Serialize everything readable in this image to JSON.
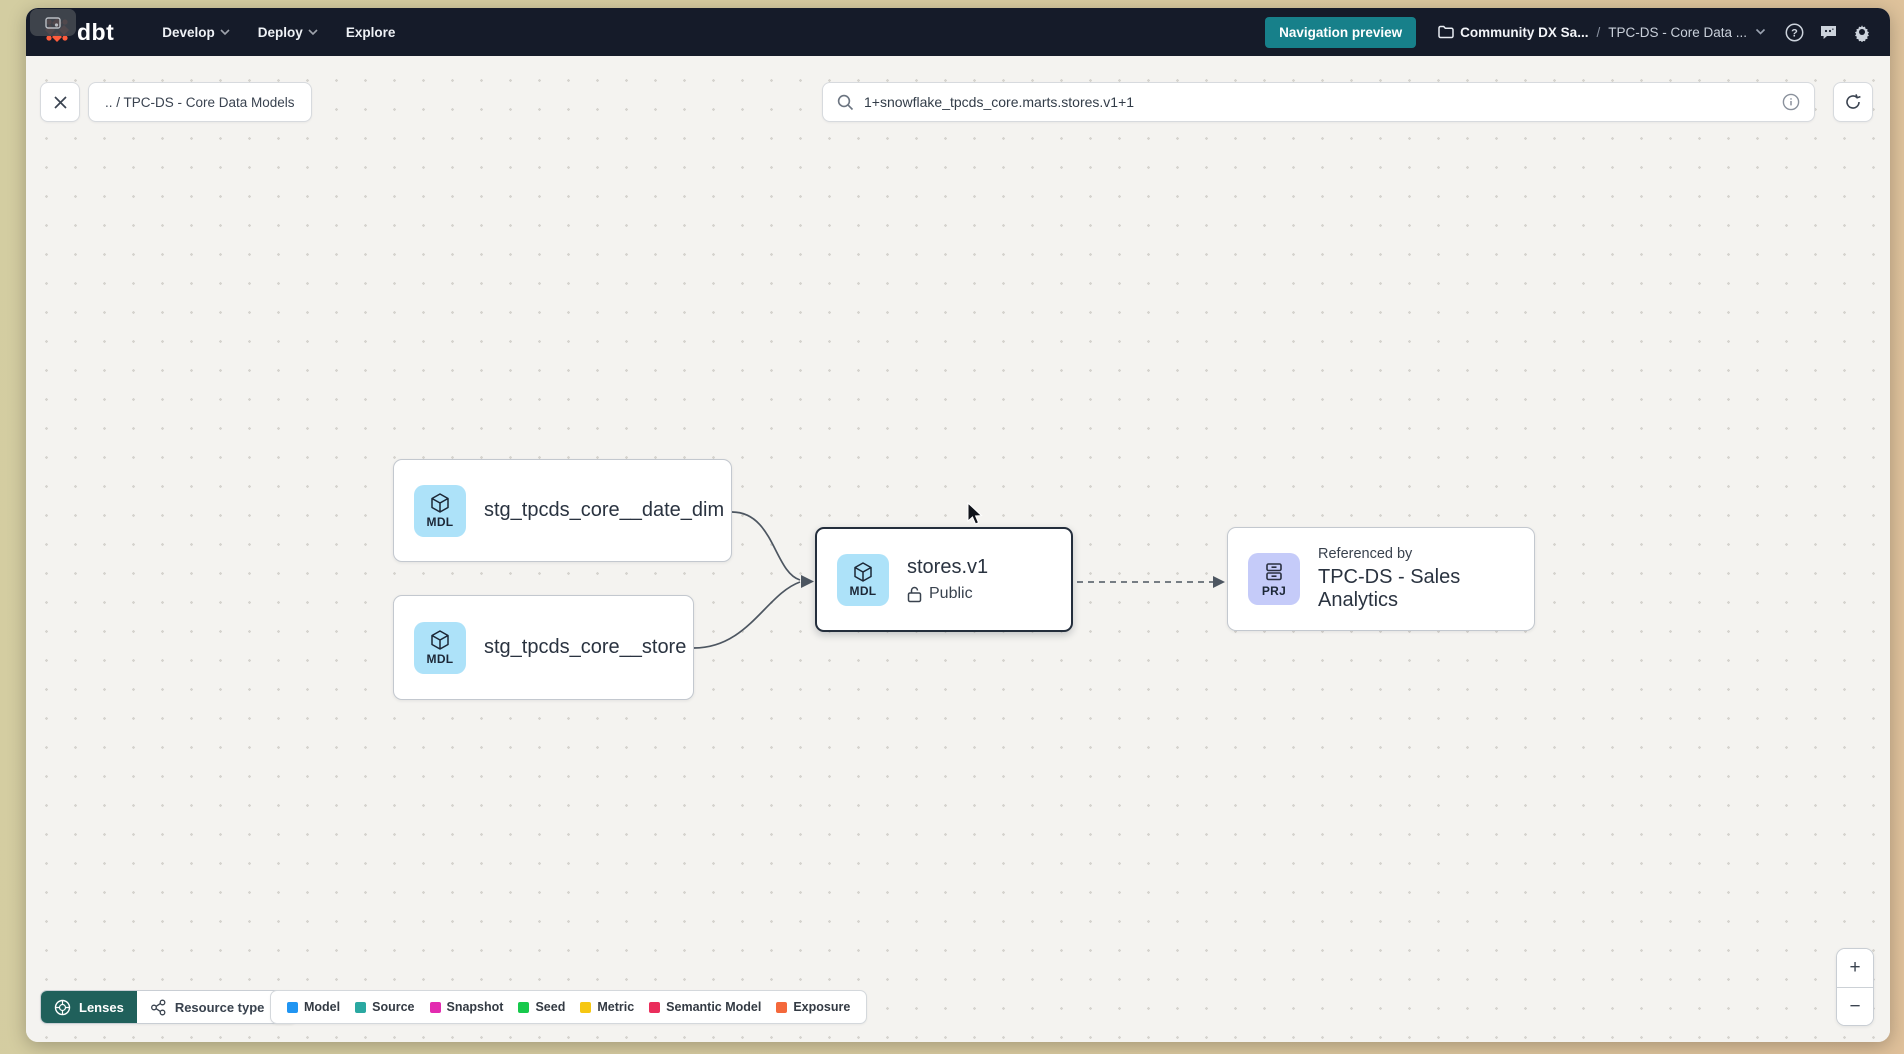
{
  "nav": {
    "brand": "dbt",
    "items": [
      {
        "label": "Develop",
        "has_menu": true
      },
      {
        "label": "Deploy",
        "has_menu": true
      },
      {
        "label": "Explore",
        "has_menu": false
      }
    ],
    "preview_button": "Navigation preview",
    "account": "Community DX Sa...",
    "separator": "/",
    "project": "TPC-DS - Core Data ..."
  },
  "toolbar": {
    "breadcrumb": ".. / TPC-DS - Core Data Models",
    "search_value": "1+snowflake_tpcds_core.marts.stores.v1+1"
  },
  "graph": {
    "nodes": [
      {
        "badge": "MDL",
        "badge_color": "#ade2f9",
        "title": "stg_tpcds_core__date_dim"
      },
      {
        "badge": "MDL",
        "badge_color": "#ade2f9",
        "title": "stg_tpcds_core__store"
      },
      {
        "badge": "MDL",
        "badge_color": "#ade2f9",
        "title": "stores.v1",
        "subtitle": "Public",
        "selected": true
      },
      {
        "badge": "PRJ",
        "badge_color": "#c5cbf9",
        "pretitle": "Referenced by",
        "title": "TPC-DS - Sales Analytics"
      }
    ]
  },
  "footer": {
    "lenses_label": "Lenses",
    "resource_type_label": "Resource type",
    "legend": [
      {
        "label": "Model",
        "color": "#2095f2"
      },
      {
        "label": "Source",
        "color": "#2aa8a1"
      },
      {
        "label": "Snapshot",
        "color": "#e32bb0"
      },
      {
        "label": "Seed",
        "color": "#17c94c"
      },
      {
        "label": "Metric",
        "color": "#f6c712"
      },
      {
        "label": "Semantic Model",
        "color": "#ea2e5c"
      },
      {
        "label": "Exposure",
        "color": "#f4683b"
      }
    ]
  },
  "zoom_controls": {
    "zoom_in": "+",
    "zoom_out": "−"
  }
}
